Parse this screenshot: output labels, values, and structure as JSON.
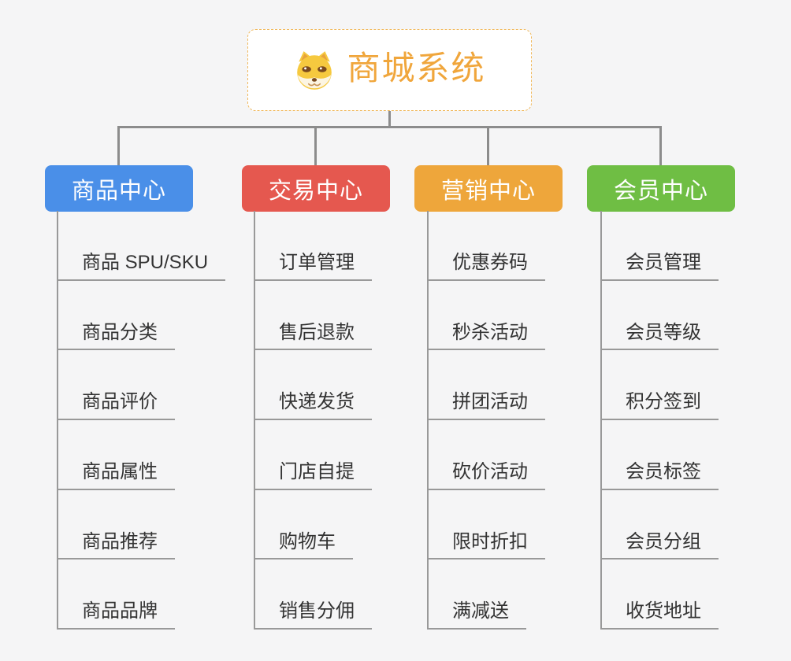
{
  "page": {
    "background_color": "#F5F5F6"
  },
  "root": {
    "title": "商城系统",
    "icon": "shiba-dog-face",
    "text_color": "#F0A63C",
    "border_color": "#F0B95E",
    "background": "#FFFFFF"
  },
  "connector": {
    "color": "#8C8C8C"
  },
  "leaf_style": {
    "underline_color": "#999999",
    "text_color": "#333333"
  },
  "branches": [
    {
      "label": "商品中心",
      "color": "#4A8FE8",
      "items": [
        "商品 SPU/SKU",
        "商品分类",
        "商品评价",
        "商品属性",
        "商品推荐",
        "商品品牌"
      ]
    },
    {
      "label": "交易中心",
      "color": "#E5584F",
      "items": [
        "订单管理",
        "售后退款",
        "快递发货",
        "门店自提",
        "购物车",
        "销售分佣"
      ]
    },
    {
      "label": "营销中心",
      "color": "#EEA63B",
      "items": [
        "优惠券码",
        "秒杀活动",
        "拼团活动",
        "砍价活动",
        "限时折扣",
        "满减送"
      ]
    },
    {
      "label": "会员中心",
      "color": "#6FBE44",
      "items": [
        "会员管理",
        "会员等级",
        "积分签到",
        "会员标签",
        "会员分组",
        "收货地址"
      ]
    }
  ]
}
